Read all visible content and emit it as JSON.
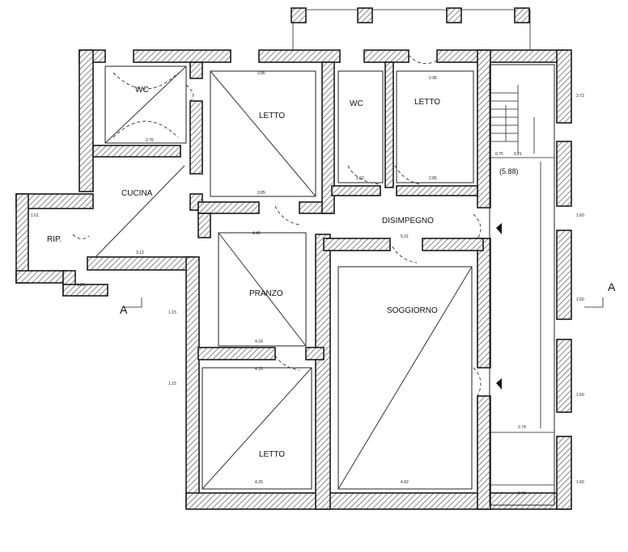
{
  "rooms": {
    "wc1": "WC",
    "letto1": "LETTO",
    "wc2": "WC",
    "letto2": "LETTO",
    "cucina": "CUCINA",
    "rip": "RIP.",
    "disimpegno": "DISIMPEGNO",
    "pranzo": "PRANZO",
    "soggiorno": "SOGGIORNO",
    "letto3": "LETTO"
  },
  "section_marks": {
    "left": "A",
    "right": "A"
  },
  "level": "(5.88)"
}
